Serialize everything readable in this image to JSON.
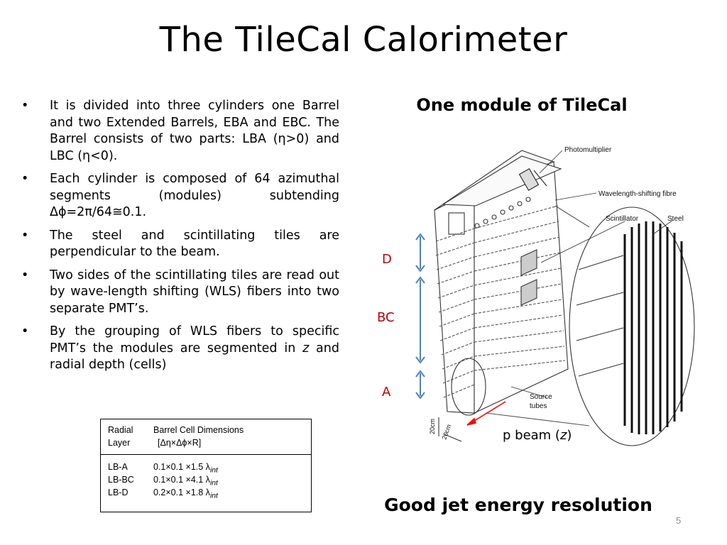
{
  "slide": {
    "title": "The TileCal Calorimeter",
    "page_number": "5"
  },
  "bullets": [
    "It is divided into three cylinders one Barrel and two  Extended Barrels, EBA and EBC. The Barrel consists of two parts: LBA (η>0) and LBC (η<0).",
    "Each cylinder is composed of 64 azimuthal segments (modules) subtending Δϕ=2π/64≅0.1.",
    "The steel and scintillating tiles are perpendicular to the beam.",
    "Two sides of the scintillating tiles are read out by wave-length shifting (WLS) fibers into two separate PMT’s.",
    "By the grouping of WLS fibers to specific PMT’s the modules are segmented in z and radial depth (cells)"
  ],
  "module_title": "One module of TileCal",
  "layers": {
    "d": "D",
    "bc": "BC",
    "a": "A"
  },
  "diagram_labels": {
    "photomultiplier": "Photomultiplier",
    "wls_fibre": "Wavelength-shifting fibre",
    "scintillator": "Scintillator",
    "steel": "Steel",
    "source_tubes_1": "Source",
    "source_tubes_2": "tubes",
    "scale_1": "20cm",
    "scale_2": "20cm"
  },
  "p_beam": {
    "prefix": "p beam (",
    "var": "z",
    "suffix": ")"
  },
  "table": {
    "header_col1": [
      "Radial",
      "Layer"
    ],
    "header_col2": [
      "Barrel Cell Dimensions",
      "[Δη×Δϕ×R]"
    ],
    "rows": [
      {
        "layer": "LB-A",
        "dims": "0.1×0.1 ×1.5 λ",
        "sub": "int"
      },
      {
        "layer": "LB-BC",
        "dims": "0.1×0.1 ×4.1 λ",
        "sub": "int"
      },
      {
        "layer": "LB-D",
        "dims": "0.2×0.1 ×1.8 λ",
        "sub": "int"
      }
    ]
  },
  "conclusion": "Good jet energy resolution",
  "colors": {
    "layer_label": "#c00000",
    "arrow_blue": "#4f81bd",
    "beam_arrow": "#ff0000"
  }
}
